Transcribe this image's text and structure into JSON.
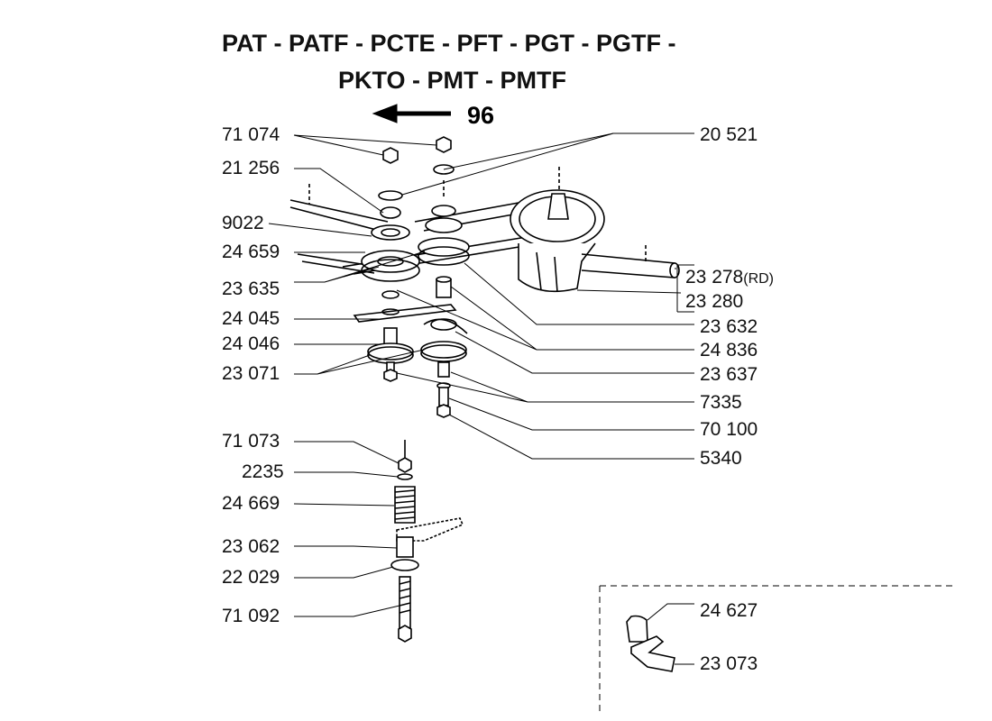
{
  "title": {
    "line1": "PAT - PATF - PCTE - PFT - PGT - PGTF -",
    "line2": "PKTO - PMT - PMTF"
  },
  "direction_ref": "96",
  "left_labels": {
    "p71074": "71 074",
    "p21256": "21 256",
    "p9022": "9022",
    "p24659": "24 659",
    "p23635": "23 635",
    "p24045": "24 045",
    "p24046": "24 046",
    "p23071": "23 071",
    "p71073": "71 073",
    "p2235": "2235",
    "p24669": "24 669",
    "p23062": "23 062",
    "p22029": "22 029",
    "p71092": "71 092"
  },
  "right_labels": {
    "p20521": "20 521",
    "p23278": "23 278",
    "p23278_suffix": "(RD)",
    "p23280": "23 280",
    "p23632": "23 632",
    "p24836": "24 836",
    "p23637": "23 637",
    "p7335": "7335",
    "p70100": "70 100",
    "p5340": "5340"
  },
  "inset_labels": {
    "p24627": "24 627",
    "p23073": "23 073"
  }
}
